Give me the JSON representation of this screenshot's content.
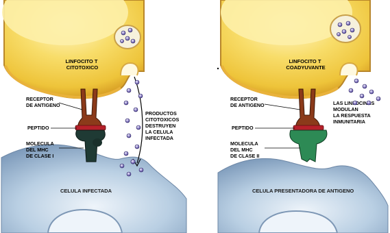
{
  "left_panel": {
    "cell_top_label_lines": [
      "LINFOCITO T",
      "CITOTOXICO"
    ],
    "receptor_lines": [
      "RECEPTOR",
      "DE ANTIGENO"
    ],
    "peptide": "PEPTIDO",
    "mhc_lines": [
      "MOLECULA",
      "DEL MHC",
      "DE CLASE I"
    ],
    "products_lines": [
      "PRODUCTOS",
      "CITOTOXICOS",
      "DESTRUYEN",
      "LA CELULA",
      "INFECTADA"
    ],
    "cell_bottom_label": "CELULA INFECTADA"
  },
  "right_panel": {
    "cell_top_label_lines": [
      "LINFOCITO T",
      "COADYUVANTE"
    ],
    "receptor_lines": [
      "RECEPTOR",
      "DE ANTIGENO"
    ],
    "peptide": "PEPTIDO",
    "mhc_lines": [
      "MOLECULA",
      "DEL MHC",
      "DE CLASE II"
    ],
    "lymphokines_lines": [
      "LAS LINFOCINAS",
      "MODULAN",
      "LA RESPUESTA",
      "INMUNITARIA"
    ],
    "cell_bottom_label": "CELULA PRESENTADORA DE ANTIGENO"
  },
  "colors": {
    "lymphocyte_yellow": "#f3cf45",
    "lymphocyte_core": "#fdf0a8",
    "target_cell_blue": "#bcd3e6",
    "receptor_brown": "#8b3a1a",
    "peptide_red": "#b5202a",
    "mhc_class_i": "#1f3a34",
    "mhc_class_ii": "#2d8a55",
    "granule_purple": "#5a4a9c"
  }
}
